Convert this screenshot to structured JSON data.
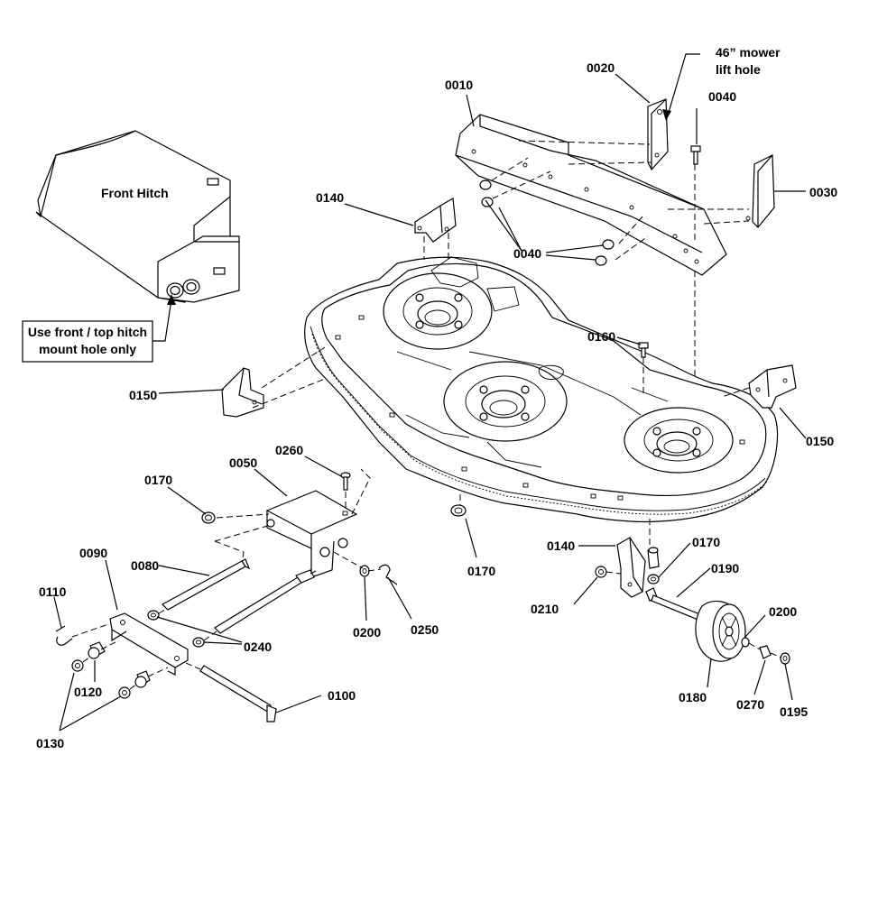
{
  "notes": {
    "front_hitch": "Front Hitch",
    "hitch_hole_line1": "Use front / top hitch",
    "hitch_hole_line2": "mount hole only",
    "lift_hole_line1": "46” mower",
    "lift_hole_line2": "lift hole"
  },
  "labels": {
    "p0010": "0010",
    "p0020": "0020",
    "p0030": "0030",
    "p0040_top": "0040",
    "p0040_mid": "0040",
    "p0050": "0050",
    "p0080": "0080",
    "p0090": "0090",
    "p0100": "0100",
    "p0110": "0110",
    "p0120": "0120",
    "p0130": "0130",
    "p0140_top": "0140",
    "p0140_bottom": "0140",
    "p0150_left": "0150",
    "p0150_right": "0150",
    "p0160": "0160",
    "p0170_left": "0170",
    "p0170_mid": "0170",
    "p0170_right": "0170",
    "p0180": "0180",
    "p0190": "0190",
    "p0195": "0195",
    "p0200_mid": "0200",
    "p0200_right": "0200",
    "p0210": "0210",
    "p0240": "0240",
    "p0250": "0250",
    "p0260": "0260",
    "p0270": "0270"
  }
}
